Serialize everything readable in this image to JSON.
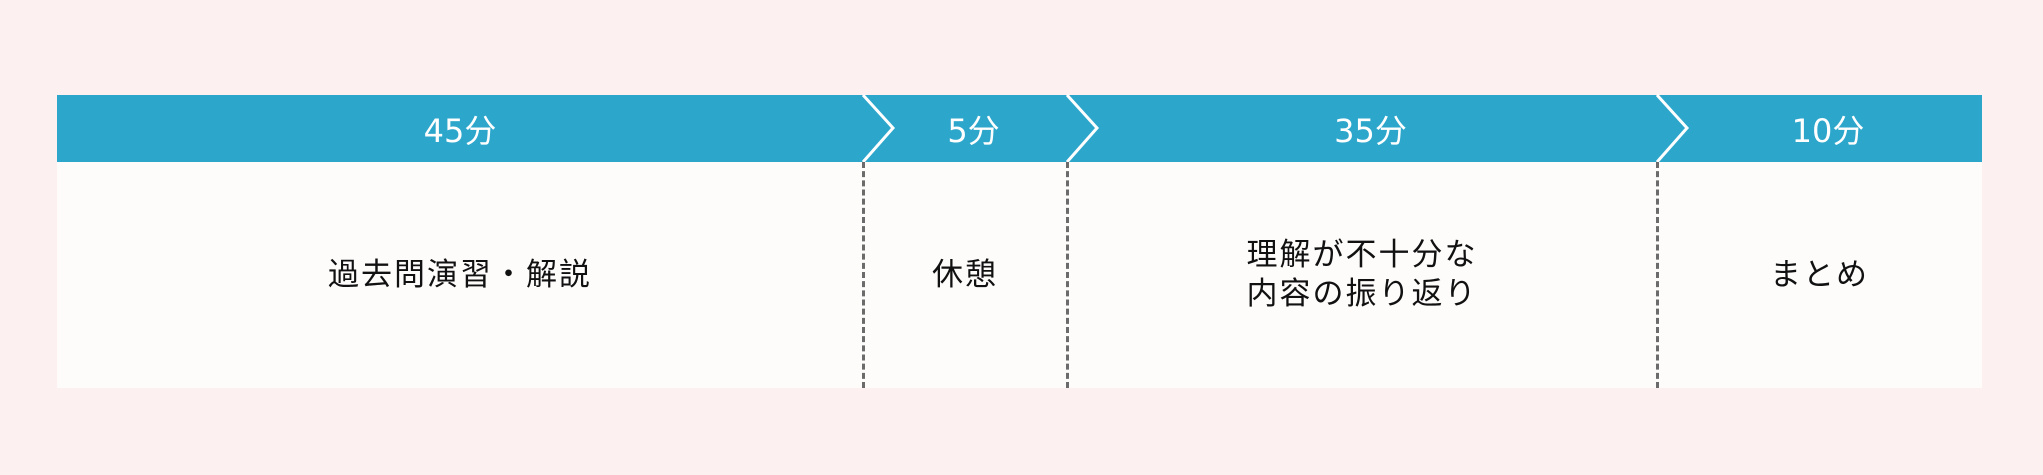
{
  "segments": [
    {
      "duration": "45分",
      "activity": "過去問演習・解説"
    },
    {
      "duration": "5分",
      "activity": "休憩"
    },
    {
      "duration": "35分",
      "activity": "理解が不十分な\n内容の振り返り"
    },
    {
      "duration": "10分",
      "activity": "まとめ"
    }
  ],
  "colors": {
    "bar": "#2ca6cb",
    "background": "#fcf0f1",
    "panel": "#fefcfb"
  }
}
